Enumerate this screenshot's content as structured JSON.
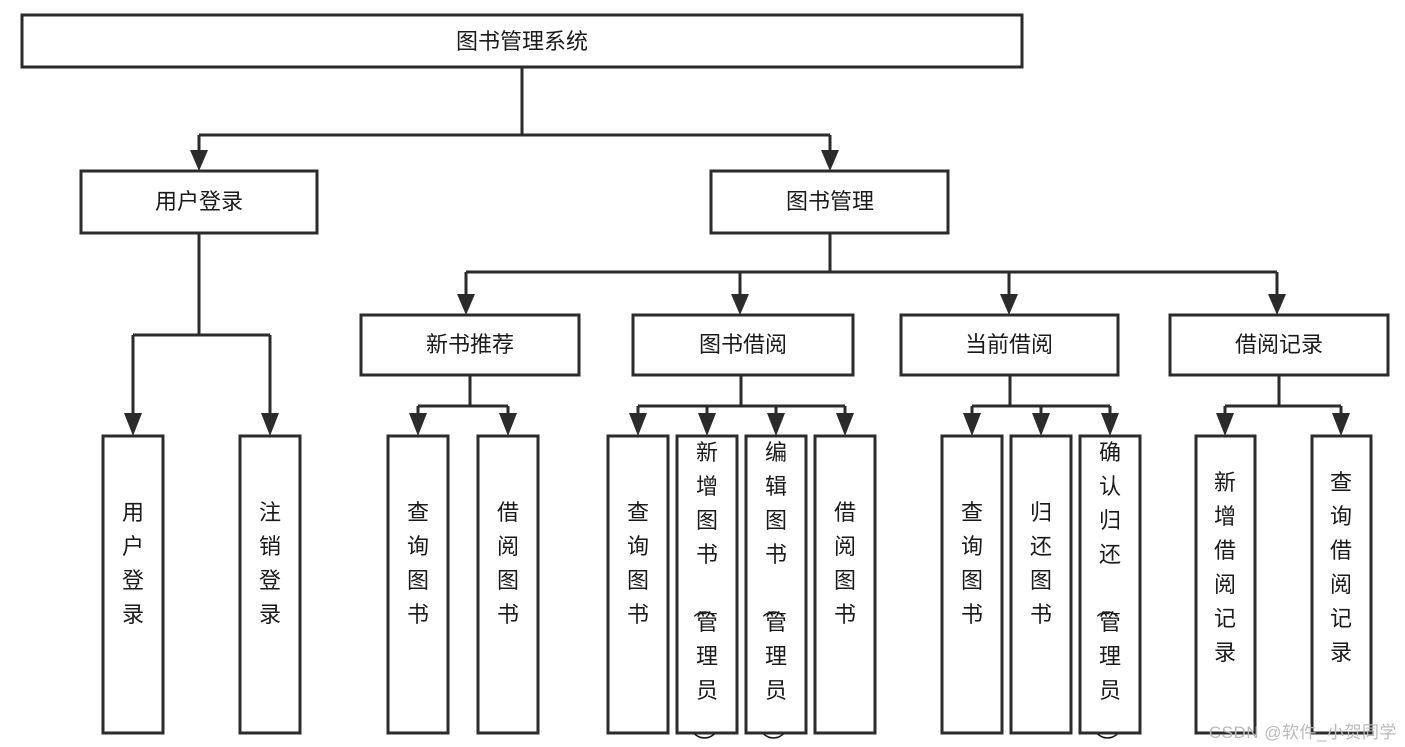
{
  "diagram": {
    "title": "图书管理系统",
    "watermark": "CSDN @软件_小贺同学",
    "colors": {
      "stroke": "#2b2b2b",
      "fill": "#ffffff",
      "text": "#1a1a1a",
      "watermark": "#b9b9b9",
      "background": "#ffffff"
    },
    "root": {
      "label": "图书管理系统",
      "name": "root-node"
    },
    "level2": [
      {
        "label": "用户登录",
        "name": "node-user-login"
      },
      {
        "label": "图书管理",
        "name": "node-book-management"
      }
    ],
    "level3": [
      {
        "label": "新书推荐",
        "name": "node-new-book-recommend"
      },
      {
        "label": "图书借阅",
        "name": "node-book-borrow"
      },
      {
        "label": "当前借阅",
        "name": "node-current-borrow"
      },
      {
        "label": "借阅记录",
        "name": "node-borrow-record"
      }
    ],
    "leaves": [
      {
        "label": "用户登录",
        "name": "leaf-user-login",
        "parent": "用户登录"
      },
      {
        "label": "注销登录",
        "name": "leaf-user-logout",
        "parent": "用户登录"
      },
      {
        "label": "查询图书",
        "name": "leaf-query-book-recommend",
        "parent": "新书推荐"
      },
      {
        "label": "借阅图书",
        "name": "leaf-borrow-book-recommend",
        "parent": "新书推荐"
      },
      {
        "label": "查询图书",
        "name": "leaf-query-book-borrow",
        "parent": "图书借阅"
      },
      {
        "label": "新增图书（管理员）",
        "name": "leaf-add-book-admin",
        "parent": "图书借阅"
      },
      {
        "label": "编辑图书（管理员）",
        "name": "leaf-edit-book-admin",
        "parent": "图书借阅"
      },
      {
        "label": "借阅图书",
        "name": "leaf-borrow-book",
        "parent": "图书借阅"
      },
      {
        "label": "查询图书",
        "name": "leaf-query-book-current",
        "parent": "当前借阅"
      },
      {
        "label": "归还图书",
        "name": "leaf-return-book",
        "parent": "当前借阅"
      },
      {
        "label": "确认归还（管理员）",
        "name": "leaf-confirm-return-admin",
        "parent": "当前借阅"
      },
      {
        "label": "新增借阅记录",
        "name": "leaf-add-borrow-record",
        "parent": "借阅记录"
      },
      {
        "label": "查询借阅记录",
        "name": "leaf-query-borrow-record",
        "parent": "借阅记录"
      }
    ]
  }
}
